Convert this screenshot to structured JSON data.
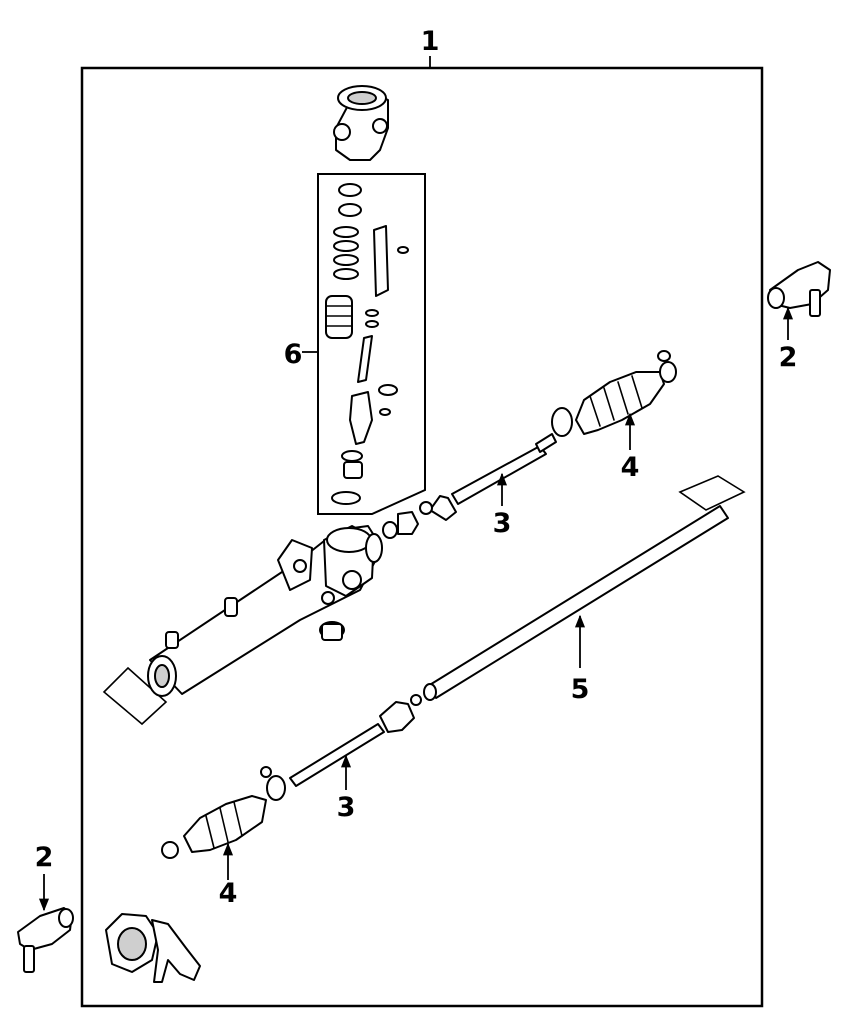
{
  "callouts": {
    "assembly": "1",
    "outer_tie_rod_end_right": "2",
    "outer_tie_rod_end_left": "2",
    "inner_tie_rod_upper": "3",
    "inner_tie_rod_lower": "3",
    "boot_upper": "4",
    "boot_lower": "4",
    "rack": "5",
    "valve_kit": "6"
  }
}
